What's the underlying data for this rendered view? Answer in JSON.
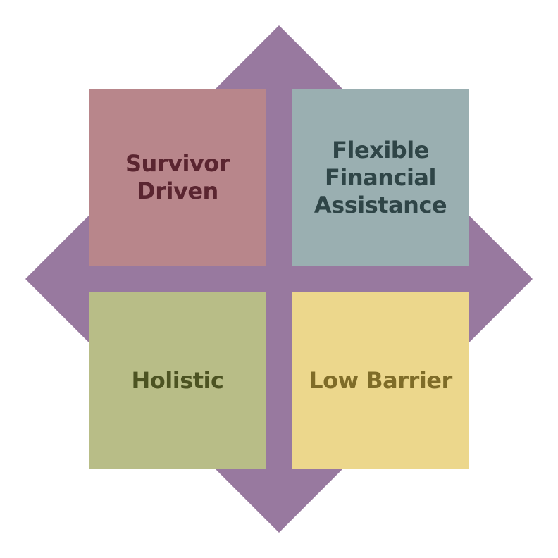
{
  "colors": {
    "diamond": "#98799f",
    "background": "#ffffff"
  },
  "quadrants": [
    {
      "id": "top-left",
      "label": "Survivor\nDriven",
      "fill": "#b8868b",
      "text_color": "#5a2530"
    },
    {
      "id": "top-right",
      "label": "Flexible\nFinancial\nAssistance",
      "fill": "#9aafb1",
      "text_color": "#2f4547"
    },
    {
      "id": "bottom-left",
      "label": "Holistic",
      "fill": "#b8bd87",
      "text_color": "#4c5322"
    },
    {
      "id": "bottom-right",
      "label": "Low Barrier",
      "fill": "#ecd78c",
      "text_color": "#7f6c28"
    }
  ]
}
